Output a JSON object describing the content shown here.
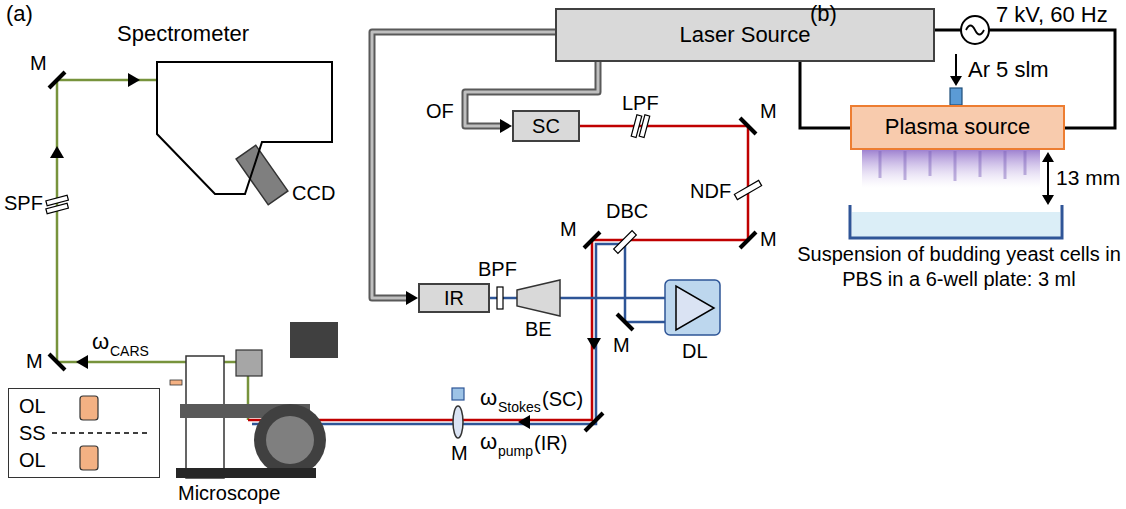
{
  "diagram": {
    "nodes": [
      {
        "text": [
          "Spectrometer"
        ]
      },
      {
        "text": [
          "Laser Source"
        ]
      },
      {
        "text": [
          "SC"
        ]
      },
      {
        "text": [
          "IR"
        ]
      },
      {
        "text": [
          "OL",
          "SS",
          "OL"
        ]
      },
      {
        "text": [
          "Plasma source"
        ]
      }
    ],
    "edges": [
      {
        "from": 1,
        "to": 2,
        "arrow": "to"
      },
      {
        "from": 1,
        "to": 3,
        "arrow": "to"
      }
    ],
    "labels": [
      "(a)",
      "CCD",
      "M",
      "M",
      "SPF",
      "ω",
      "CARS",
      "OF",
      "LPF",
      "M",
      "NDF",
      "M",
      "DBC",
      "M",
      "BPF",
      "BE",
      "M",
      "DL",
      "ω",
      "Stokes",
      "(SC)",
      "ω",
      "pump",
      "(IR)",
      "M",
      "Microscope",
      "(b)",
      "7 kV, 60 Hz",
      "Ar 5 slm",
      "13 mm",
      "Suspension of budding yeast cells in PBS in a 6-well plate: 3 ml"
    ]
  }
}
